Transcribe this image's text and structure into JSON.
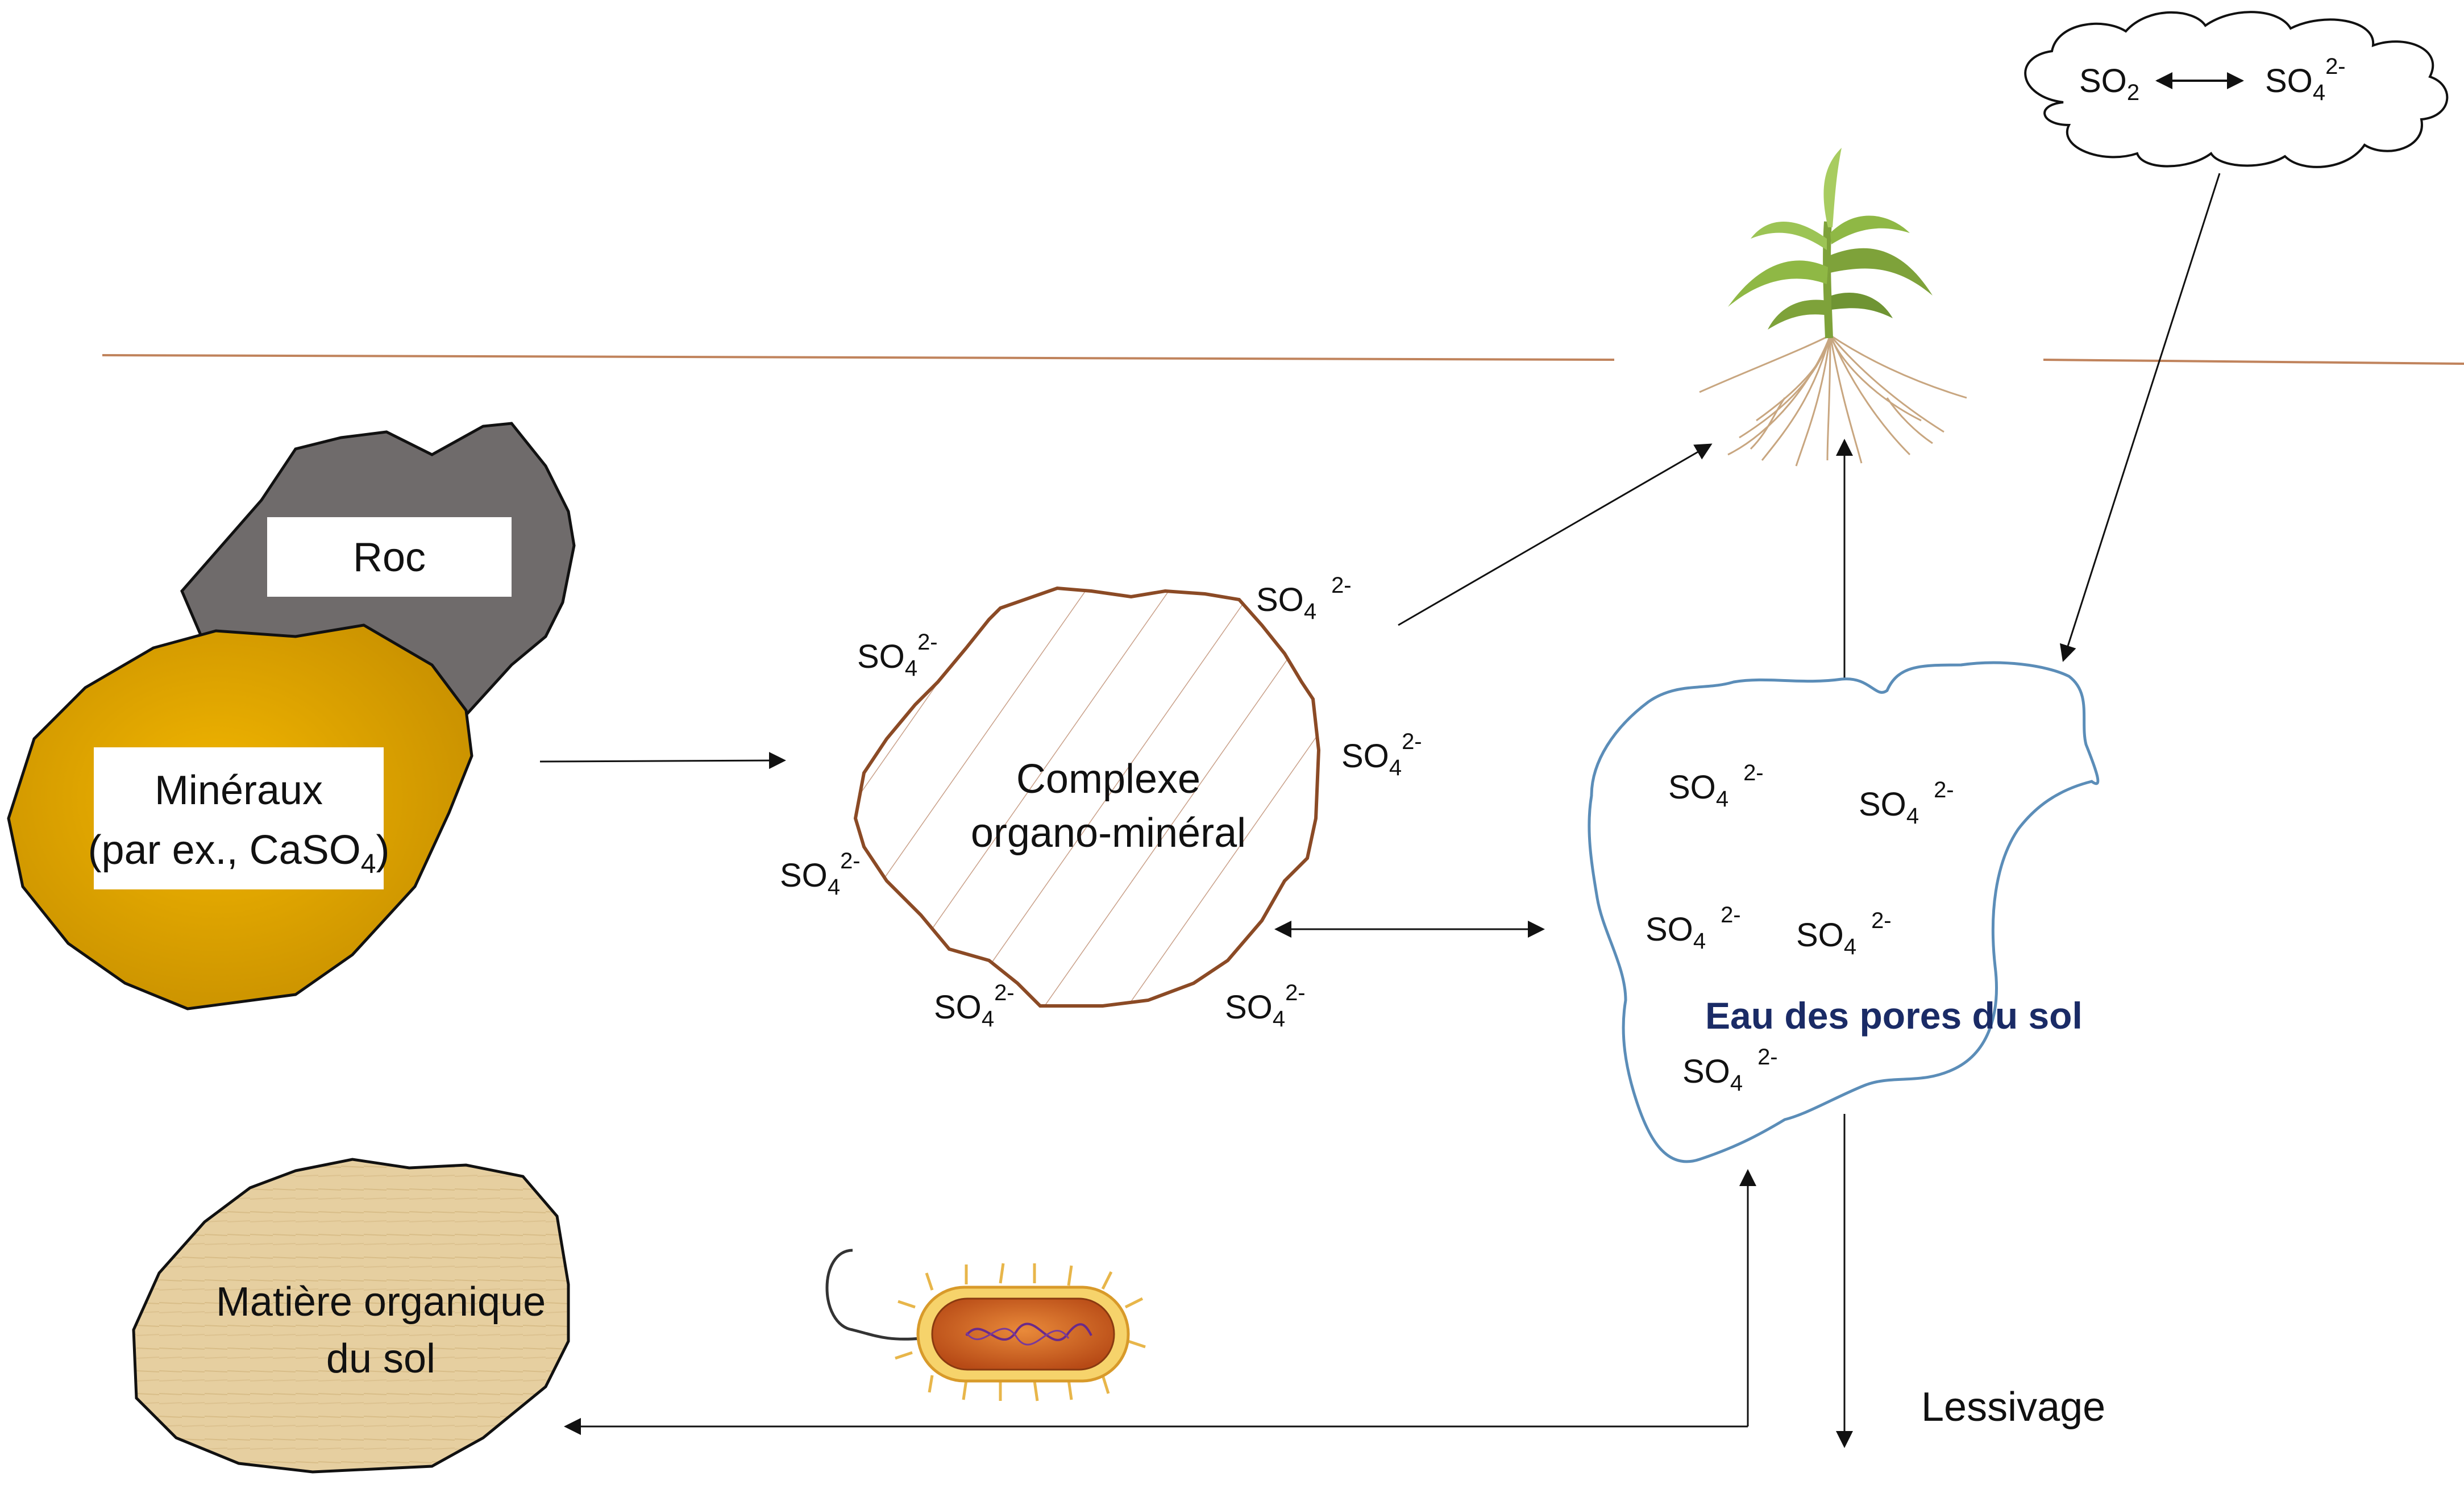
{
  "colors": {
    "ground_line": "#c0835c",
    "rock": "#6f6b6b",
    "minerals": "#d9a200",
    "minerals_glow": "#f0b400",
    "complex_outline": "#8b4a25",
    "hatch": "#c9a089",
    "pore_outline": "#5b8db8",
    "pore_label": "#1a2b66",
    "organic_matter": "#e6cfa0",
    "arrow": "#111111"
  },
  "icons": {
    "plant": "maize-plant-with-roots-icon",
    "bacterium": "bacterium-icon",
    "cloud": "cloud-icon"
  },
  "cloud": {
    "left": "SO",
    "left_sub": "2",
    "right": "SO",
    "right_sub": "4",
    "right_sup": "2-"
  },
  "rock": {
    "label": "Roc"
  },
  "minerals": {
    "line1": "Minéraux",
    "line2_prefix": "(par ex., CaSO",
    "line2_sub": "4",
    "line2_suffix": ")"
  },
  "complex": {
    "line1": "Complexe",
    "line2": "organo-minéral"
  },
  "pore_water": {
    "label": "Eau des pores du sol"
  },
  "organic_matter": {
    "line1": "Matière organique",
    "line2": "du sol"
  },
  "leaching": {
    "label": "Lessivage"
  },
  "sulfate_ions": [
    {
      "base": "SO",
      "sub": "4",
      "sup": "2-"
    },
    {
      "base": "SO",
      "sub": "4",
      "sup": "2-"
    },
    {
      "base": "SO",
      "sub": "4",
      "sup": "2-"
    },
    {
      "base": "SO",
      "sub": "4",
      "sup": "2-"
    },
    {
      "base": "SO",
      "sub": "4",
      "sup": "2-"
    },
    {
      "base": "SO",
      "sub": "4",
      "sup": "2-"
    },
    {
      "base": "SO",
      "sub": "4",
      "sup": "2-"
    },
    {
      "base": "SO",
      "sub": "4",
      "sup": "2-"
    },
    {
      "base": "SO",
      "sub": "4",
      "sup": "2-"
    },
    {
      "base": "SO",
      "sub": "4",
      "sup": "2-"
    },
    {
      "base": "SO",
      "sub": "4",
      "sup": "2-"
    },
    {
      "base": "SO",
      "sub": "4",
      "sup": "2-"
    }
  ]
}
